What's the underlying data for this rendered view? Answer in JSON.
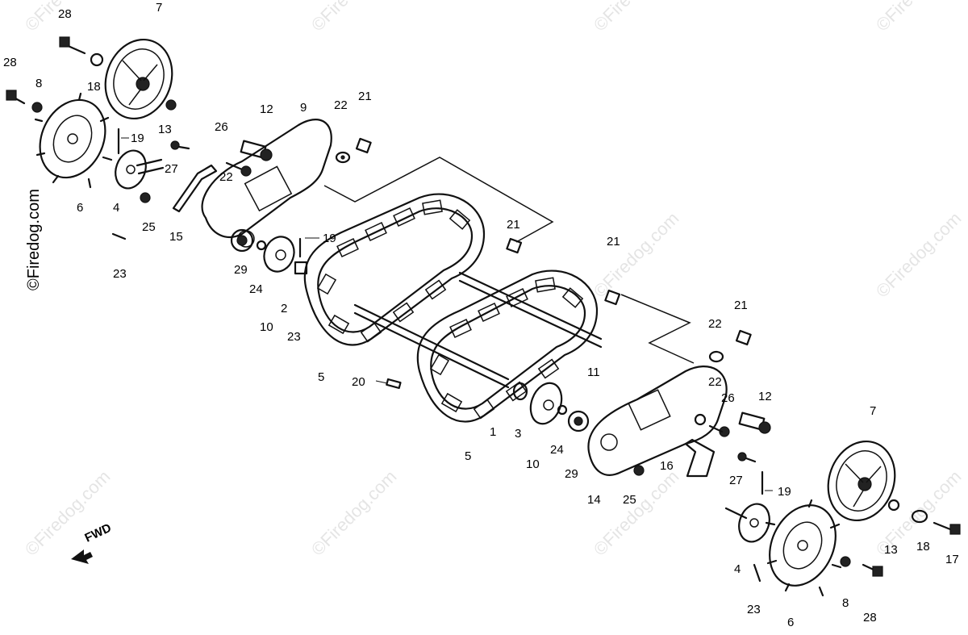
{
  "watermark": "©Firedog.com",
  "direction_label": "FWD",
  "labels": [
    {
      "id": "l28a",
      "text": "28"
    },
    {
      "id": "l7a",
      "text": "7"
    },
    {
      "id": "l28b",
      "text": "28"
    },
    {
      "id": "l8a",
      "text": "8"
    },
    {
      "id": "l18a",
      "text": "18"
    },
    {
      "id": "l13a",
      "text": "13"
    },
    {
      "id": "l19a",
      "text": "19"
    },
    {
      "id": "l26a",
      "text": "26"
    },
    {
      "id": "l12a",
      "text": "12"
    },
    {
      "id": "l9",
      "text": "9"
    },
    {
      "id": "l22a",
      "text": "22"
    },
    {
      "id": "l21a",
      "text": "21"
    },
    {
      "id": "l27a",
      "text": "27"
    },
    {
      "id": "l22b",
      "text": "22"
    },
    {
      "id": "l6a",
      "text": "6"
    },
    {
      "id": "l4a",
      "text": "4"
    },
    {
      "id": "l25a",
      "text": "25"
    },
    {
      "id": "l15",
      "text": "15"
    },
    {
      "id": "l23a",
      "text": "23"
    },
    {
      "id": "l21b",
      "text": "21"
    },
    {
      "id": "l19b",
      "text": "19"
    },
    {
      "id": "l29a",
      "text": "29"
    },
    {
      "id": "l24a",
      "text": "24"
    },
    {
      "id": "l2",
      "text": "2"
    },
    {
      "id": "l10a",
      "text": "10"
    },
    {
      "id": "l23b",
      "text": "23"
    },
    {
      "id": "l21c",
      "text": "21"
    },
    {
      "id": "l5a",
      "text": "5"
    },
    {
      "id": "l20",
      "text": "20"
    },
    {
      "id": "l11",
      "text": "11"
    },
    {
      "id": "l22c",
      "text": "22"
    },
    {
      "id": "l21d",
      "text": "21"
    },
    {
      "id": "l1",
      "text": "1"
    },
    {
      "id": "l3",
      "text": "3"
    },
    {
      "id": "l22d",
      "text": "22"
    },
    {
      "id": "l26b",
      "text": "26"
    },
    {
      "id": "l12b",
      "text": "12"
    },
    {
      "id": "l5b",
      "text": "5"
    },
    {
      "id": "l10b",
      "text": "10"
    },
    {
      "id": "l24b",
      "text": "24"
    },
    {
      "id": "l29b",
      "text": "29"
    },
    {
      "id": "l14",
      "text": "14"
    },
    {
      "id": "l16",
      "text": "16"
    },
    {
      "id": "l27b",
      "text": "27"
    },
    {
      "id": "l25b",
      "text": "25"
    },
    {
      "id": "l19c",
      "text": "19"
    },
    {
      "id": "l7b",
      "text": "7"
    },
    {
      "id": "l4b",
      "text": "4"
    },
    {
      "id": "l13b",
      "text": "13"
    },
    {
      "id": "l18b",
      "text": "18"
    },
    {
      "id": "l17",
      "text": "17"
    },
    {
      "id": "l23c",
      "text": "23"
    },
    {
      "id": "l8b",
      "text": "8"
    },
    {
      "id": "l6b",
      "text": "6"
    },
    {
      "id": "l28c",
      "text": "28"
    }
  ]
}
